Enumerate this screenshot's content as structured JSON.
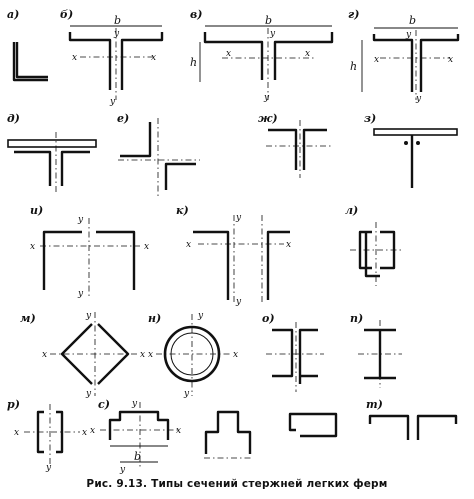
{
  "caption": "Рис. 9.13. Типы сечений стержней легких ферм",
  "panels": {
    "a": "а)",
    "b": "б)",
    "v": "в)",
    "g": "г)",
    "d": "д)",
    "e": "е)",
    "zh": "ж)",
    "z": "з)",
    "i": "и)",
    "k": "к)",
    "l": "л)",
    "m": "м)",
    "n": "н)",
    "o": "о)",
    "p": "п)",
    "r": "р)",
    "s": "с)",
    "t": "т)"
  },
  "axis": {
    "x": "x",
    "y": "y"
  },
  "dims": {
    "b": "b",
    "h": "h"
  }
}
